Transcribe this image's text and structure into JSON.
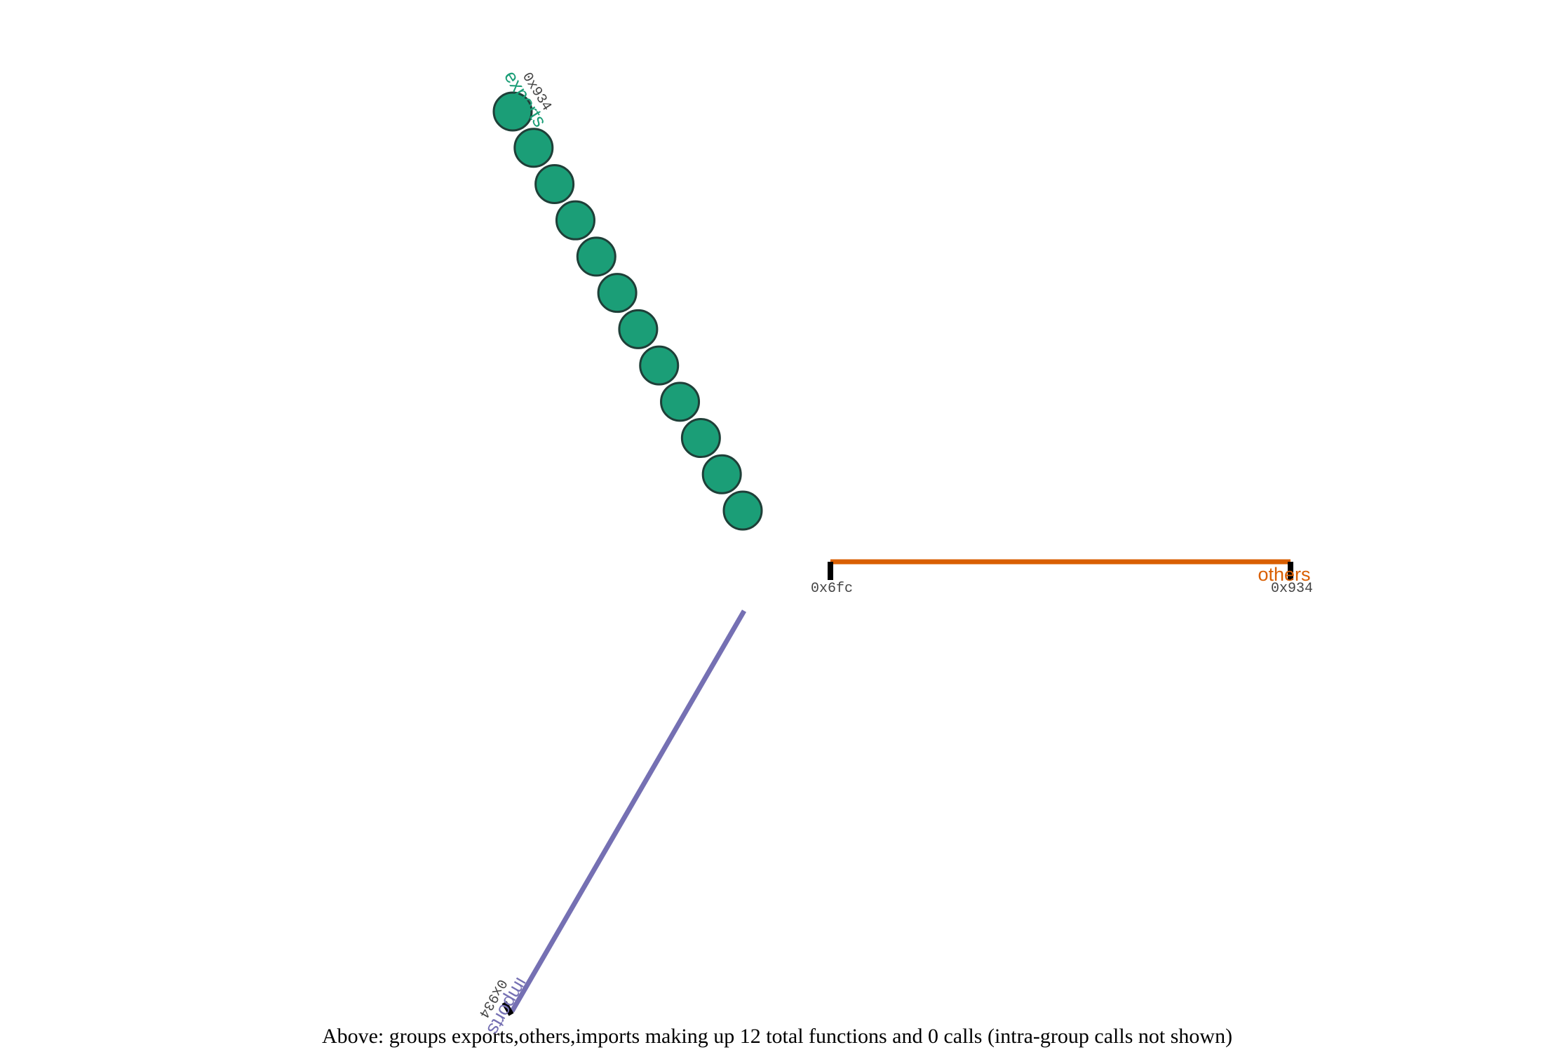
{
  "groups": [
    {
      "name": "exports",
      "color": "#1b9e77",
      "start_label": "0x934",
      "function_count": 12
    },
    {
      "name": "others",
      "color": "#d95f02",
      "start_label": "0x6fc",
      "end_label": "0x934"
    },
    {
      "name": "imports",
      "color": "#7570b3",
      "start_label": "0x934"
    }
  ],
  "colors": {
    "node_fill": "#1b9e77",
    "node_stroke": "#1f3f38",
    "tick": "#000000"
  },
  "caption": "Above: groups exports,others,imports making up 12 total functions and 0 calls (intra-group calls not shown)"
}
